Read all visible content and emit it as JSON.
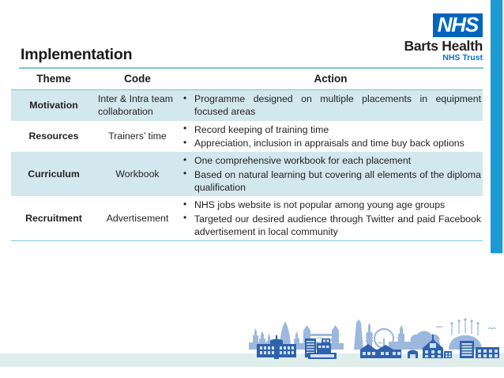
{
  "slide": {
    "title": "Implementation",
    "accent_rule_color": "#7ec4dd",
    "row_shade_color": "#d3e7ef",
    "right_bar_color": "#1b9ad6",
    "footer_band_color": "#dfeeeb"
  },
  "logo": {
    "nhs": "NHS",
    "organisation": "Barts Health",
    "trust": "NHS Trust",
    "nhs_blue": "#0065bd",
    "trust_blue": "#0072ce"
  },
  "table": {
    "headers": [
      "Theme",
      "Code",
      "Action"
    ],
    "rows": [
      {
        "theme": "Motivation",
        "code": "Inter & Intra team collaboration",
        "actions": [
          "Programme designed on multiple placements in equipment focused areas"
        ],
        "shaded": true
      },
      {
        "theme": "Resources",
        "code": "Trainers’ time",
        "actions": [
          "Record keeping of training time",
          "Appreciation, inclusion in appraisals and time buy back options"
        ],
        "shaded": false
      },
      {
        "theme": "Curriculum",
        "code": "Workbook",
        "actions": [
          "One comprehensive workbook for each placement",
          "Based on natural learning but covering all elements of the diploma qualification"
        ],
        "shaded": true
      },
      {
        "theme": "Recruitment",
        "code": "Advertisement",
        "actions": [
          "NHS jobs website is not popular among young age groups",
          "Targeted our desired audience through Twitter and paid Facebook advertisement in local community"
        ],
        "shaded": false
      }
    ]
  },
  "footer": {
    "graphic_name": "london-skyline",
    "skyline_silhouette_color": "#9cb9dd",
    "skyline_building_color": "#2f62ad"
  }
}
